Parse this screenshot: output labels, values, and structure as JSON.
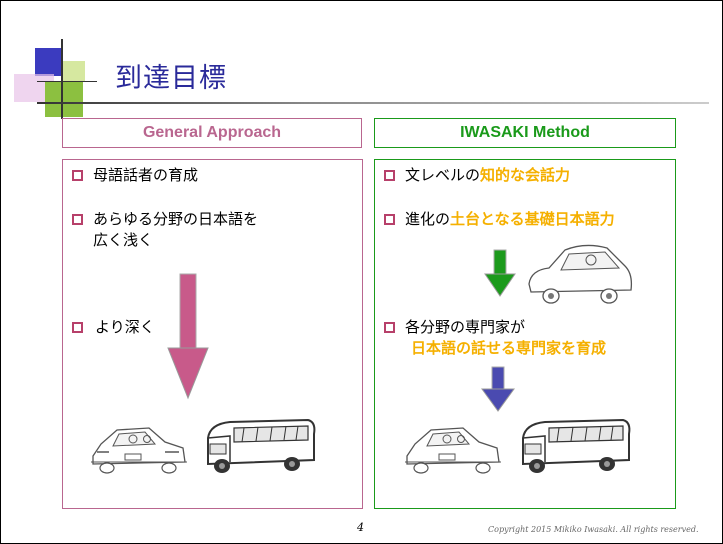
{
  "title": "到達目標",
  "left": {
    "header": "General Approach",
    "items": [
      "母語話者の育成",
      "あらゆる分野の日本語を",
      "広く浅く",
      "より深く"
    ]
  },
  "right": {
    "header": "IWASAKI Method",
    "item1_plain": "文レベルの",
    "item1_highlight": "知的な会話力",
    "item2_plain": "進化の",
    "item2_highlight": "土台となる基礎日本語力",
    "item3_plain": "各分野の専門家が",
    "item3_highlight": "日本語の話せる専門家を育成"
  },
  "page_number": "4",
  "copyright": "Copyright 2015 Mikiko Iwasaki. All rights reserved.",
  "colors": {
    "title": "#2a2a9a",
    "left_accent": "#b9668f",
    "right_accent": "#1a9a1a",
    "highlight": "#f5b000",
    "bullet": "#b7406a"
  }
}
